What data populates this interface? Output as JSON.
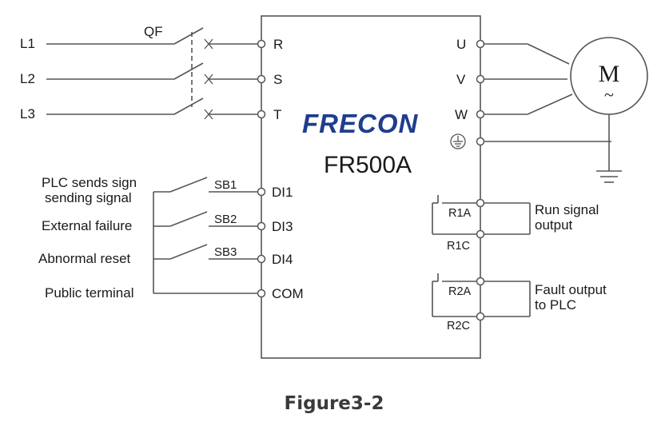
{
  "brand": "FRECON",
  "model": "FR500A",
  "caption": "Figure3-2",
  "breaker": "QF",
  "motor": {
    "symbol": "M",
    "tilde": "~"
  },
  "mains": [
    "L1",
    "L2",
    "L3"
  ],
  "power_in": [
    "R",
    "S",
    "T"
  ],
  "power_out": [
    "U",
    "V",
    "W"
  ],
  "switches": [
    "SB1",
    "SB2",
    "SB3"
  ],
  "inputs": [
    "DI1",
    "DI3",
    "DI4",
    "COM"
  ],
  "input_labels": {
    "plc_line1": "PLC sends sign",
    "plc_line2": "sending signal",
    "external_failure": "External failure",
    "abnormal_reset": "Abnormal reset",
    "public_terminal": "Public terminal"
  },
  "relays": {
    "r1a": "R1A",
    "r1c": "R1C",
    "r2a": "R2A",
    "r2c": "R2C"
  },
  "relay_labels": {
    "run_line1": "Run signal",
    "run_line2": "output",
    "fault_line1": "Fault output",
    "fault_line2": "to PLC"
  }
}
